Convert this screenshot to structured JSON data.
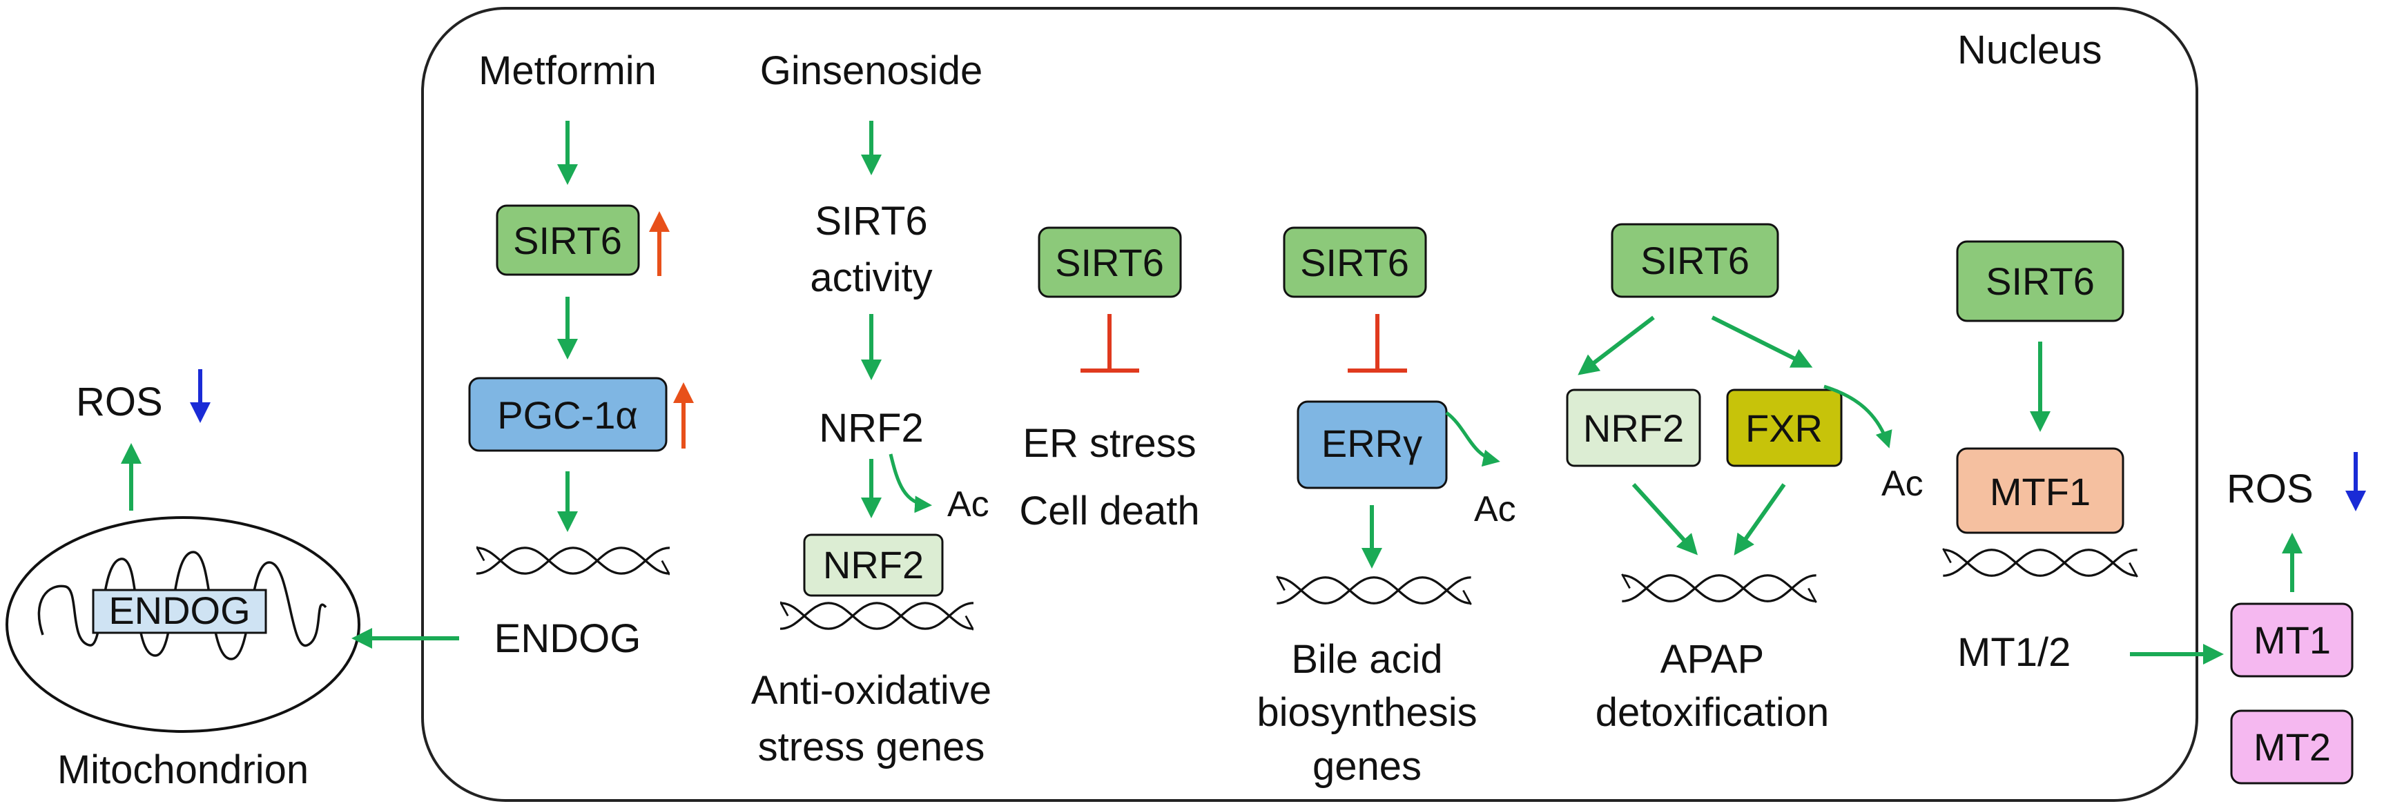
{
  "nucleus_label": "Nucleus",
  "mitochondrion_label": "Mitochondrion",
  "endog_box": "ENDOG",
  "ros": "ROS",
  "colors": {
    "green_arrow": "#1aaa55",
    "inhibit_red": "#e03a1e",
    "up_orange": "#e8501a",
    "down_blue": "#1a2bd6",
    "sirt6_fill": "#8cc97a",
    "pgc_fill": "#7fb6e3",
    "nrf2_fill": "#dcedd3",
    "fxr_fill": "#c7c30a",
    "mtf1_fill": "#f5c0a0",
    "mt_fill": "#f5b8f0",
    "endog_fill": "#cfe3f3"
  },
  "col1": {
    "inducer": "Metformin",
    "sirt6": "SIRT6",
    "pgc": "PGC-1α",
    "gene": "ENDOG"
  },
  "col2": {
    "inducer": "Ginsenoside",
    "activity_line1": "SIRT6",
    "activity_line2": "activity",
    "nrf2_text": "NRF2",
    "ac": "Ac",
    "nrf2_box": "NRF2",
    "out_line1": "Anti-oxidative",
    "out_line2": "stress genes"
  },
  "col3": {
    "sirt6": "SIRT6",
    "out_line1": "ER stress",
    "out_line2": "Cell death"
  },
  "col4": {
    "sirt6": "SIRT6",
    "errg": "ERRγ",
    "ac": "Ac",
    "out_line1": "Bile acid",
    "out_line2": "biosynthesis",
    "out_line3": "genes"
  },
  "col5": {
    "sirt6": "SIRT6",
    "nrf2": "NRF2",
    "fxr": "FXR",
    "ac": "Ac",
    "out_line1": "APAP",
    "out_line2": "detoxification"
  },
  "col6": {
    "sirt6": "SIRT6",
    "mtf1": "MTF1",
    "gene": "MT1/2",
    "mt1": "MT1",
    "mt2": "MT2"
  }
}
